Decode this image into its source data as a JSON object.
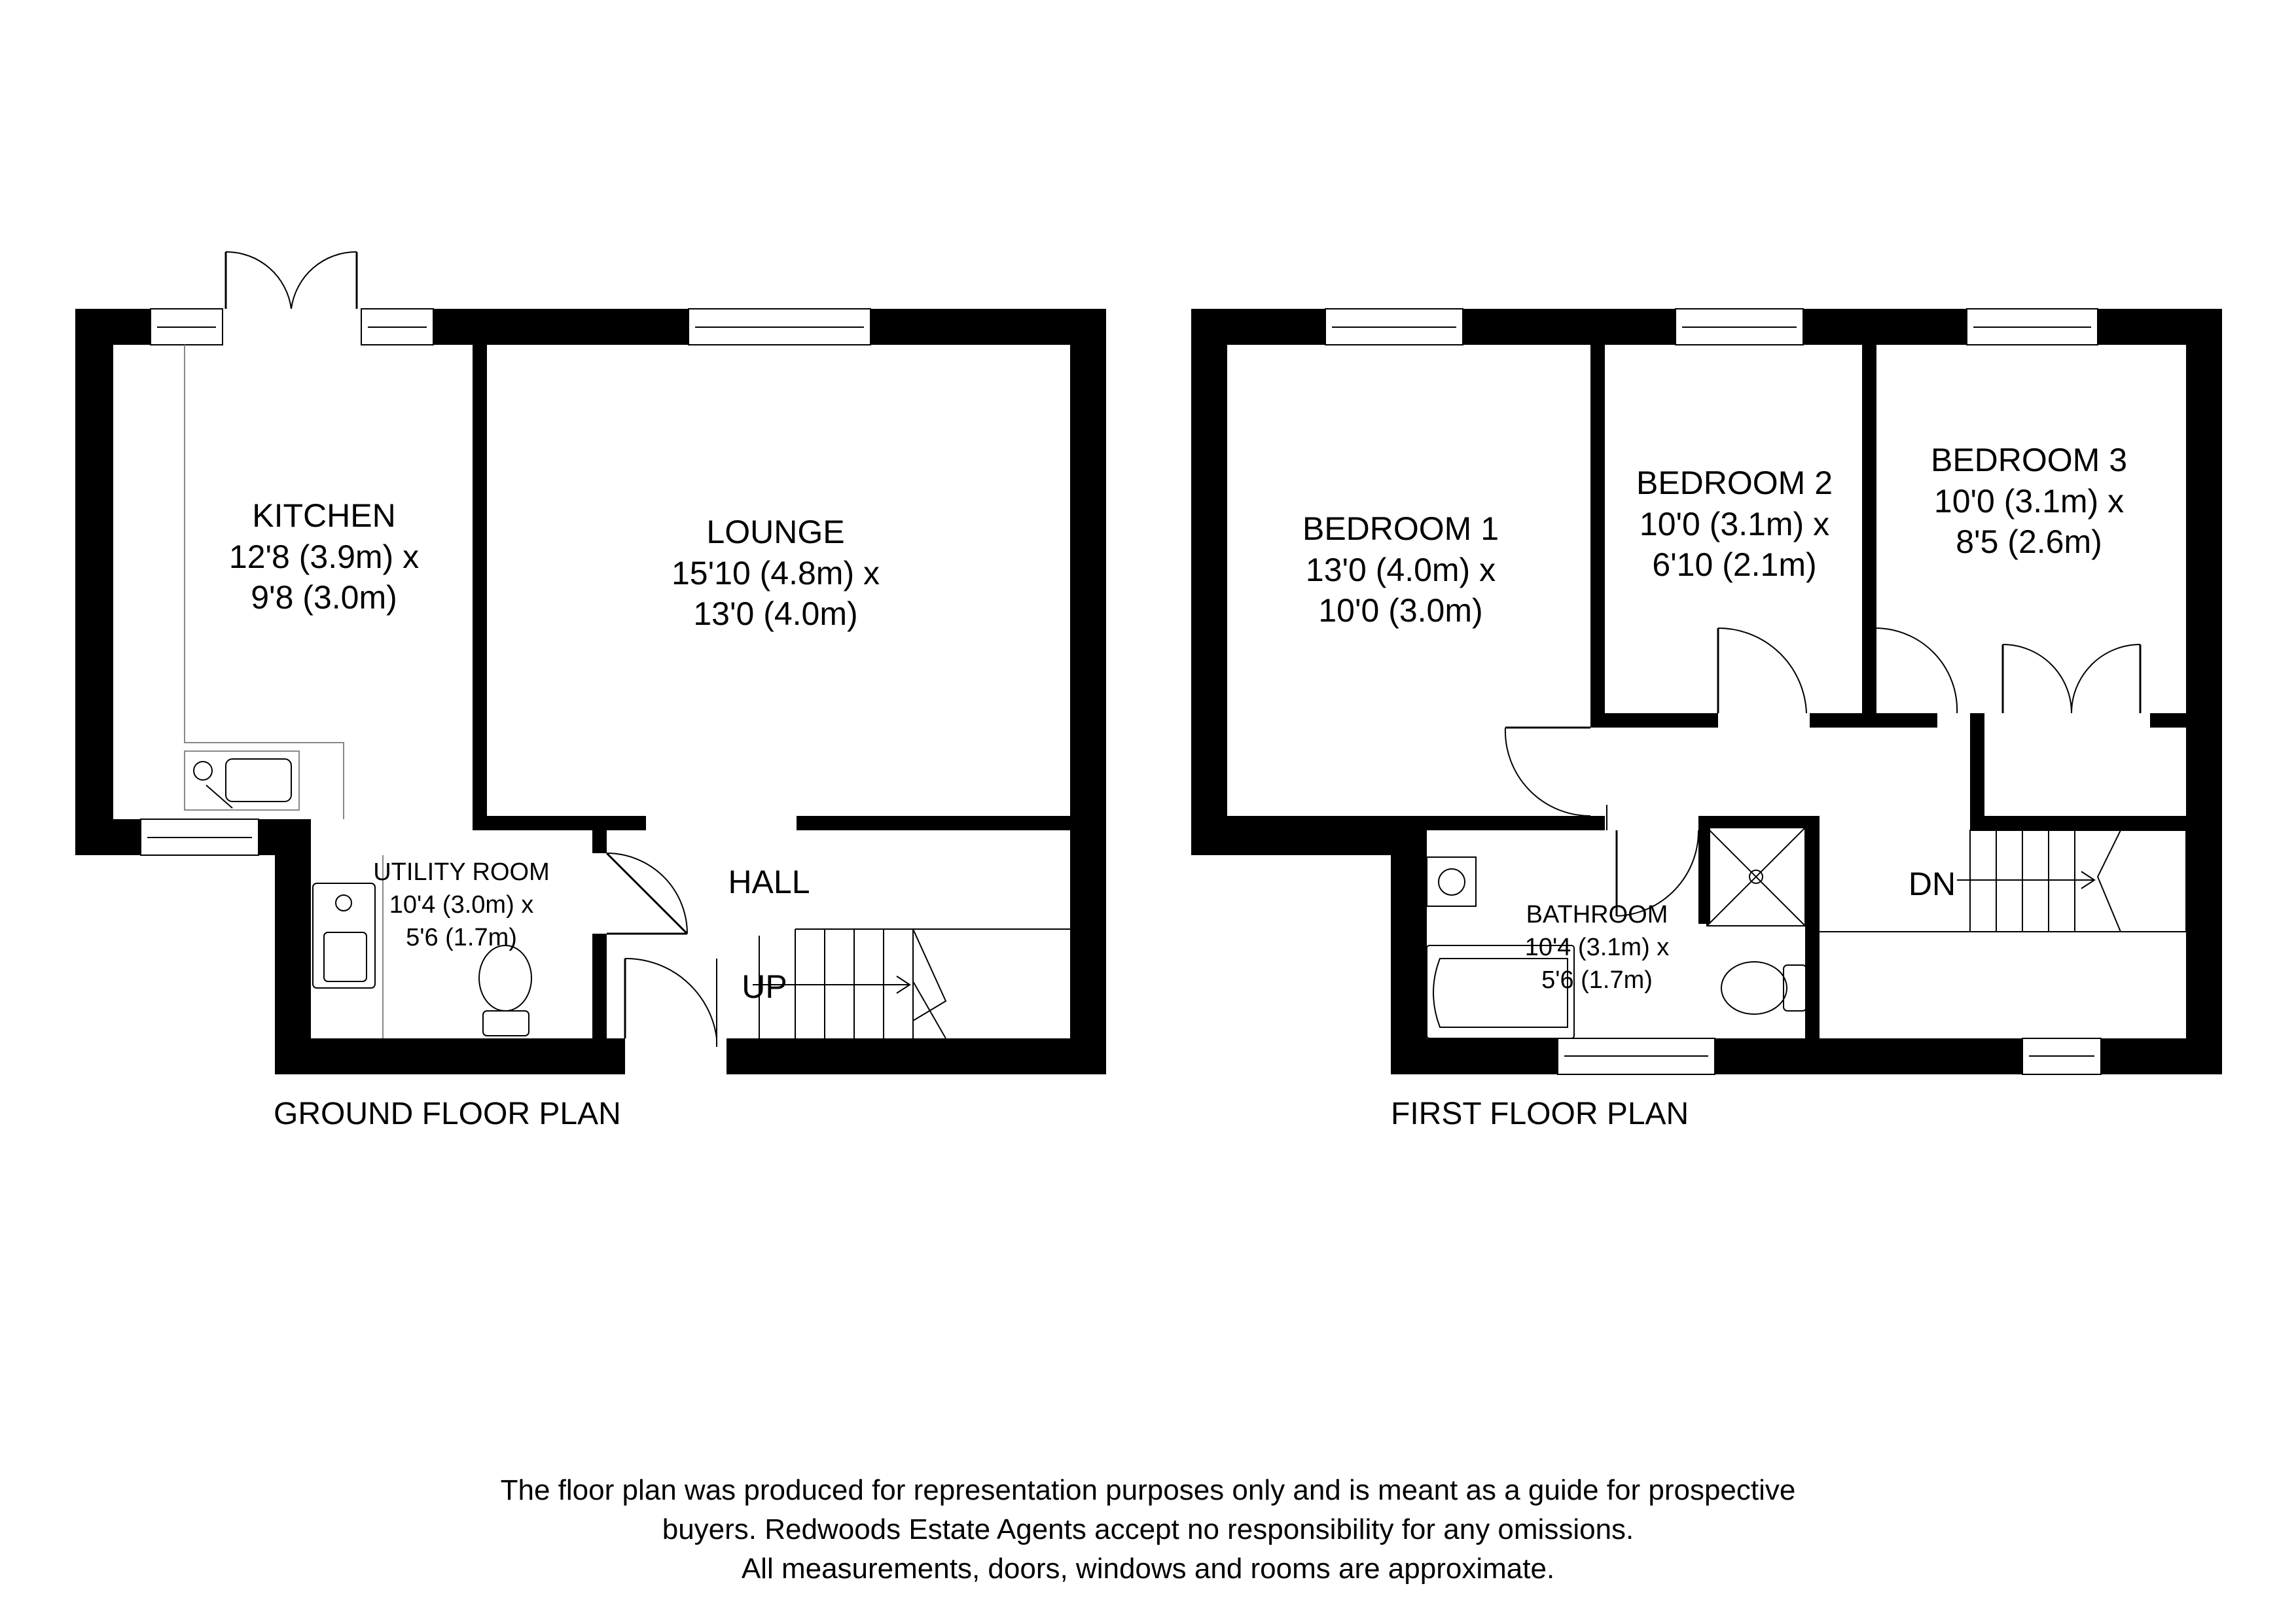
{
  "ground_floor": {
    "caption": "GROUND FLOOR PLAN",
    "rooms": {
      "kitchen": {
        "name": "KITCHEN",
        "line1": "12'8 (3.9m) x",
        "line2": "9'8 (3.0m)"
      },
      "lounge": {
        "name": "LOUNGE",
        "line1": "15'10 (4.8m) x",
        "line2": "13'0 (4.0m)"
      },
      "utility": {
        "name": "UTILITY ROOM",
        "line1": "10'4 (3.0m) x",
        "line2": "5'6 (1.7m)"
      },
      "hall": {
        "name": "HALL"
      }
    },
    "stairs_label": "UP"
  },
  "first_floor": {
    "caption": "FIRST FLOOR PLAN",
    "rooms": {
      "bedroom1": {
        "name": "BEDROOM 1",
        "line1": "13'0 (4.0m) x",
        "line2": "10'0 (3.0m)"
      },
      "bedroom2": {
        "name": "BEDROOM 2",
        "line1": "10'0 (3.1m) x",
        "line2": "6'10 (2.1m)"
      },
      "bedroom3": {
        "name": "BEDROOM 3",
        "line1": "10'0 (3.1m) x",
        "line2": "8'5 (2.6m)"
      },
      "bathroom": {
        "name": "BATHROOM",
        "line1": "10'4 (3.1m) x",
        "line2": "5'6 (1.7m)"
      }
    },
    "stairs_label": "DN"
  },
  "disclaimer": {
    "line1": "The floor plan was produced for representation purposes only and is meant as a guide for prospective",
    "line2": "buyers. Redwoods Estate Agents accept no responsibility for any omissions.",
    "line3": "All measurements, doors, windows and rooms are approximate."
  },
  "colors": {
    "wall": "#000000",
    "background": "#ffffff",
    "fixture_line": "#888888"
  }
}
